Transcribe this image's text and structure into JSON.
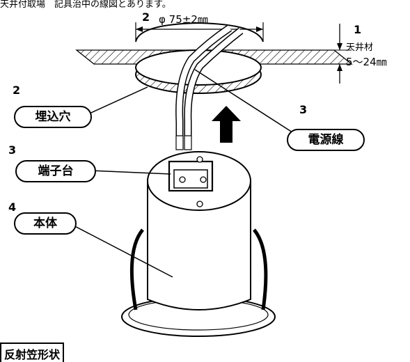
{
  "top_caption": "天井付取場　記具治中の線図とあります。",
  "dimension": {
    "diameter": "φ 75±2㎜",
    "ceiling_label": "天井材",
    "ceiling_range": "5〜24㎜"
  },
  "callouts": {
    "n1": "1",
    "n2a": "2",
    "n2b": "2",
    "n3a": "3",
    "n3b": "3",
    "n4": "4"
  },
  "labels": {
    "hole": "埋込穴",
    "power_line": "電源線",
    "terminal": "端子台",
    "body": "本体"
  },
  "bottom_heading": "反射笠形状"
}
